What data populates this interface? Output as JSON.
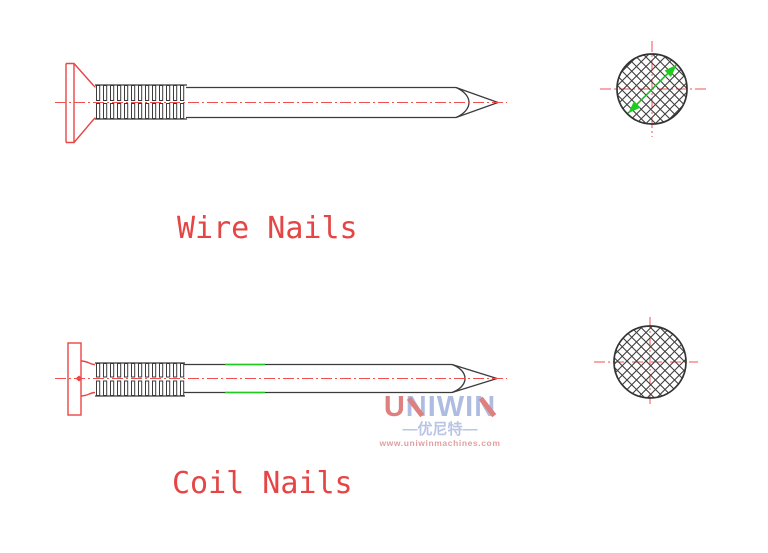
{
  "labels": {
    "wire_nails": "Wire Nails",
    "coil_nails": "Coil Nails"
  },
  "logo": {
    "name": "UNIWIN",
    "letters": [
      "U",
      "N",
      "I",
      "W",
      "I",
      "N"
    ],
    "tagline": "—优尼特—",
    "website": "www.uniwinmachines.com"
  },
  "colors": {
    "drawing_red": "#e94444",
    "drawing_black": "#3b3b3b",
    "highlight_green": "#1ecb1e",
    "label_red": "#e54545",
    "logo_blue": "#a2b1dd",
    "logo_red": "#d96a6a",
    "website_pink": "#dc8f8f"
  }
}
